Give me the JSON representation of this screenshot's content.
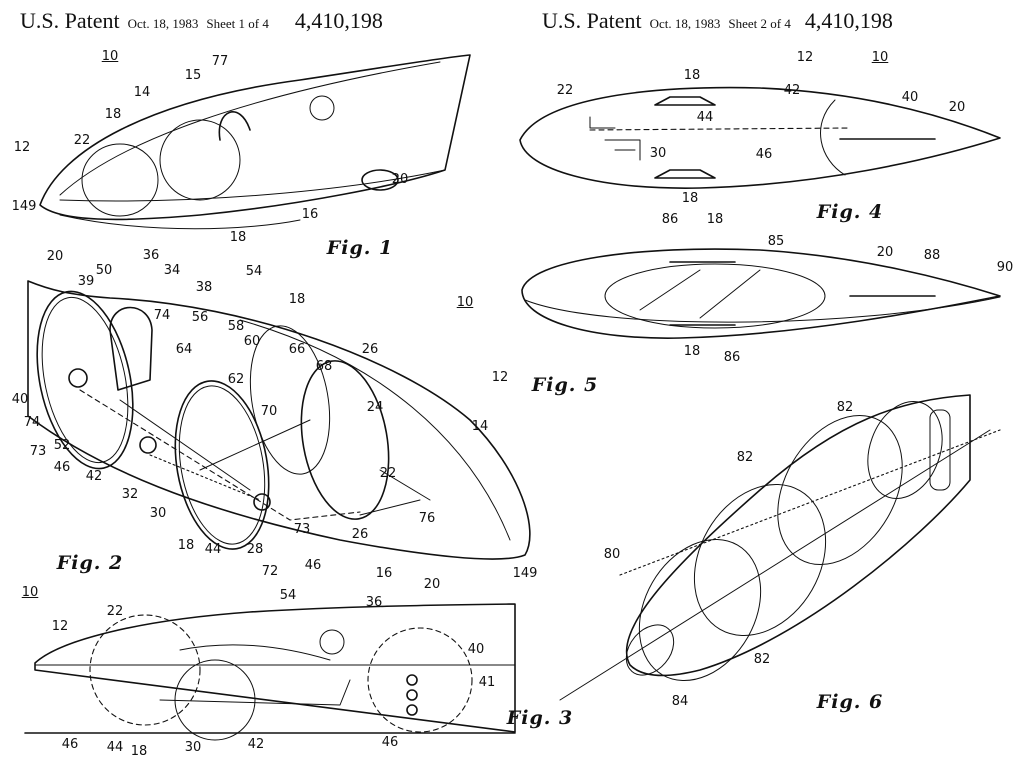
{
  "headers": [
    {
      "title": "U.S. Patent",
      "date": "Oct. 18, 1983",
      "sheet": "Sheet 1 of 4",
      "number": "4,410,198"
    },
    {
      "title": "U.S. Patent",
      "date": "Oct. 18, 1983",
      "sheet": "Sheet 2 of 4",
      "number": "4,410,198"
    }
  ],
  "figures": [
    {
      "caption": "Fig. 1",
      "labels": [
        "10",
        "77",
        "15",
        "14",
        "18",
        "22",
        "12",
        "149",
        "20",
        "16",
        "18"
      ]
    },
    {
      "caption": "Fig. 2",
      "labels": [
        "20",
        "36",
        "50",
        "34",
        "39",
        "38",
        "54",
        "18",
        "10",
        "74",
        "56",
        "58",
        "60",
        "64",
        "66",
        "68",
        "26",
        "12",
        "62",
        "40",
        "70",
        "24",
        "14",
        "74",
        "73",
        "52",
        "46",
        "42",
        "22",
        "32",
        "30",
        "76",
        "73",
        "26",
        "18",
        "44",
        "28",
        "72",
        "46",
        "16",
        "149"
      ]
    },
    {
      "caption": "Fig. 3",
      "labels": [
        "10",
        "54",
        "36",
        "20",
        "12",
        "22",
        "40",
        "41",
        "46",
        "44",
        "18",
        "30",
        "42",
        "46"
      ]
    },
    {
      "caption": "Fig. 4",
      "labels": [
        "12",
        "10",
        "22",
        "18",
        "42",
        "40",
        "20",
        "44",
        "30",
        "46",
        "18"
      ]
    },
    {
      "caption": "Fig. 5",
      "labels": [
        "86",
        "18",
        "85",
        "20",
        "88",
        "90",
        "18",
        "86"
      ]
    },
    {
      "caption": "Fig. 6",
      "labels": [
        "82",
        "82",
        "80",
        "82",
        "84"
      ]
    }
  ]
}
